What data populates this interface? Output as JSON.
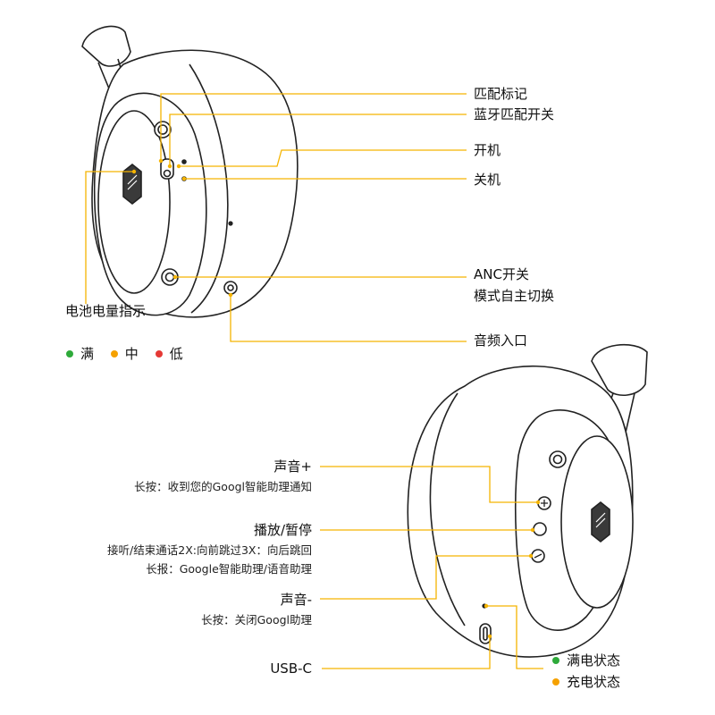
{
  "colors": {
    "callout_line": "#F5B400",
    "outline": "#222222",
    "level_full": "#2EAA3A",
    "level_mid": "#F5A100",
    "level_low": "#E53935",
    "status_full": "#2EAA3A",
    "status_charging": "#F5A100"
  },
  "top_view": {
    "pair_indicator": "匹配标记",
    "bt_pair_switch": "蓝牙匹配开关",
    "power_on": "开机",
    "power_off": "关机",
    "anc_line1": "ANC开关",
    "anc_line2": "模式自主切换",
    "audio_in": "音频入口",
    "battery_indicator": "电池电量指示",
    "legend": {
      "full": "满",
      "mid": "中",
      "low": "低"
    }
  },
  "bottom_view": {
    "vol_up": "声音+",
    "vol_up_desc": "长按：收到您的Googl智能助理通知",
    "play_pause": "播放/暂停",
    "play_pause_desc1": "接听/结束通话2X:向前跳过3X：向后跳回",
    "play_pause_desc2": "长报：Google智能助理/语音助理",
    "vol_down": "声音-",
    "vol_down_desc": "长按：关闭Googl助理",
    "usb_c": "USB-C",
    "status_full": "满电状态",
    "status_charging": "充电状态"
  },
  "icons": {
    "logo_badge": "diamond-logo-icon",
    "plus_button": "plus-icon",
    "minus_button": "minus-icon"
  }
}
